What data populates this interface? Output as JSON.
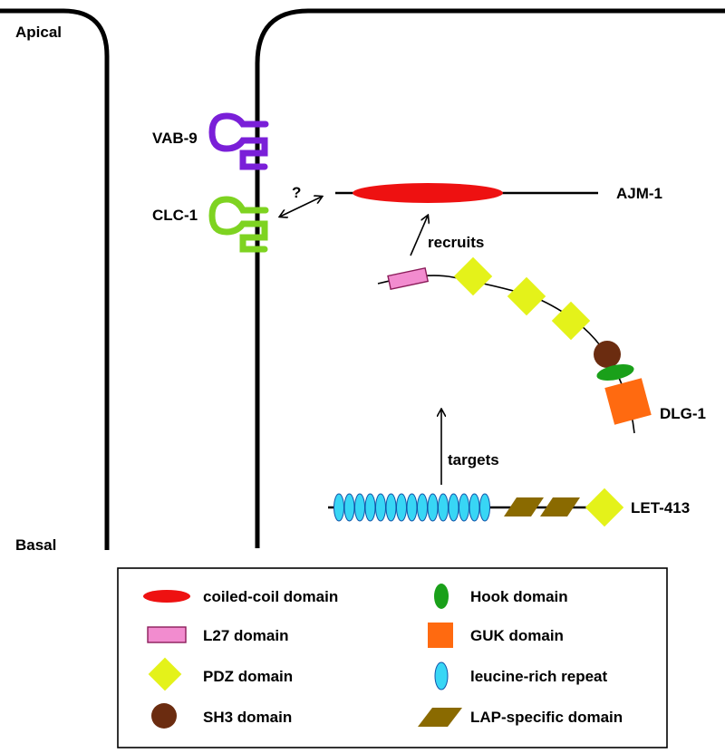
{
  "cell": {
    "apical_label": "Apical",
    "basal_label": "Basal"
  },
  "proteins": {
    "vab9": "VAB-9",
    "clc1": "CLC-1",
    "ajm1": "AJM-1",
    "dlg1": "DLG-1",
    "let413": "LET-413"
  },
  "annotations": {
    "question": "?",
    "recruits": "recruits",
    "targets": "targets"
  },
  "legend": {
    "items": [
      {
        "label": "coiled-coil domain",
        "icon": "coiled-coil-icon",
        "color": "#ee1111"
      },
      {
        "label": "L27 domain",
        "icon": "l27-icon",
        "color": "#f28ccf"
      },
      {
        "label": "PDZ domain",
        "icon": "pdz-icon",
        "color": "#e4f21a"
      },
      {
        "label": "SH3 domain",
        "icon": "sh3-icon",
        "color": "#6b2c10"
      },
      {
        "label": "Hook domain",
        "icon": "hook-icon",
        "color": "#1aa01a"
      },
      {
        "label": "GUK domain",
        "icon": "guk-icon",
        "color": "#ff6a10"
      },
      {
        "label": "leucine-rich repeat",
        "icon": "lrr-icon",
        "color": "#38d6f5"
      },
      {
        "label": "LAP-specific domain",
        "icon": "lap-icon",
        "color": "#8a6a00"
      }
    ]
  },
  "colors": {
    "vab9": "#7a1fd8",
    "clc1": "#7ed321",
    "membrane": "#000000"
  }
}
